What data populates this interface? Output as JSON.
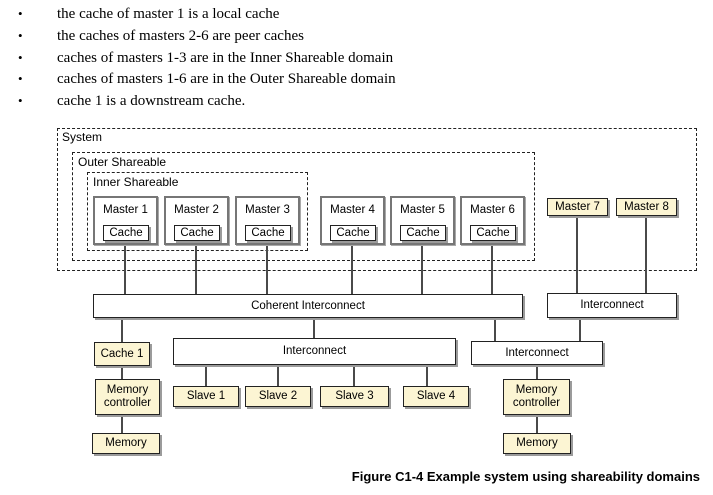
{
  "bullets": [
    "the cache of master 1 is a local cache",
    "the caches of masters 2-6 are peer caches",
    "caches of masters 1-3 are in the Inner Shareable domain",
    "caches of masters 1-6 are in the Outer Shareable domain",
    "cache 1 is a downstream cache."
  ],
  "bullet_glyph": "•",
  "diagram": {
    "domains": {
      "system": "System",
      "outer": "Outer Shareable",
      "inner": "Inner Shareable"
    },
    "masters": [
      {
        "label": "Master 1",
        "cache": "Cache"
      },
      {
        "label": "Master 2",
        "cache": "Cache"
      },
      {
        "label": "Master 3",
        "cache": "Cache"
      },
      {
        "label": "Master 4",
        "cache": "Cache"
      },
      {
        "label": "Master 5",
        "cache": "Cache"
      },
      {
        "label": "Master 6",
        "cache": "Cache"
      },
      {
        "label": "Master 7"
      },
      {
        "label": "Master 8"
      }
    ],
    "interconnects": {
      "coherent": "Coherent Interconnect",
      "top_right": "Interconnect",
      "middle": "Interconnect",
      "middle_right": "Interconnect"
    },
    "cache1": "Cache 1",
    "memory_controller_left": "Memory controller",
    "memory_controller_right": "Memory controller",
    "memory_left": "Memory",
    "memory_right": "Memory",
    "slaves": [
      "Slave 1",
      "Slave 2",
      "Slave 3",
      "Slave 4"
    ]
  },
  "caption": "Figure C1-4 Example system using shareability domains",
  "colors": {
    "cream_fill": "#fcf5d3",
    "white_fill": "#ffffff",
    "border_dark": "#222222",
    "border_gray": "#767676",
    "shadow_gray": "#9b9b9b",
    "line": "#4a4a4a"
  }
}
